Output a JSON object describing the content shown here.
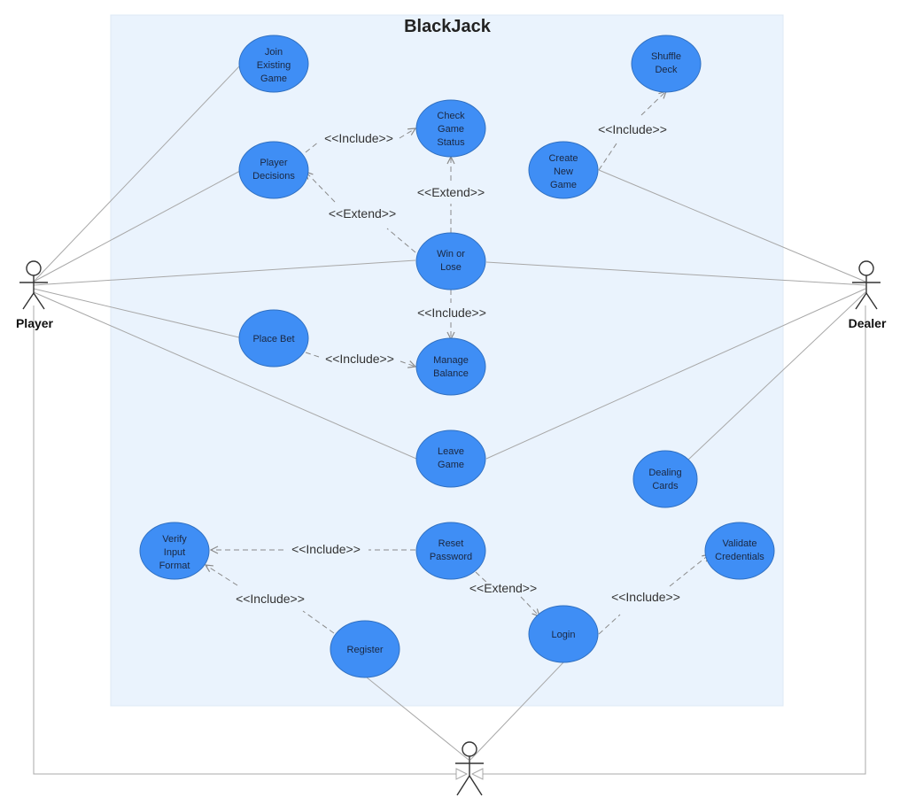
{
  "diagram": {
    "title": "BlackJack",
    "colors": {
      "system_fill": "#eaf3fd",
      "usecase_fill": "#3f8ef5",
      "usecase_stroke": "#2f6fc0",
      "line": "#9e9e9e",
      "dashed": "#8a8a8a"
    },
    "actors": {
      "player": "Player",
      "dealer": "Dealer",
      "bottom": ""
    },
    "use_cases": {
      "join": [
        "Join",
        "Existing",
        "Game"
      ],
      "shuffle": [
        "Shuffle",
        "Deck"
      ],
      "check": [
        "Check",
        "Game",
        "Status"
      ],
      "player_decisions": [
        "Player",
        "Decisions"
      ],
      "create": [
        "Create",
        "New",
        "Game"
      ],
      "win": [
        "Win or",
        "Lose"
      ],
      "place_bet": [
        "Place Bet"
      ],
      "manage": [
        "Manage",
        "Balance"
      ],
      "leave": [
        "Leave",
        "Game"
      ],
      "dealing": [
        "Dealing",
        "Cards"
      ],
      "verify": [
        "Verify",
        "Input",
        "Format"
      ],
      "reset": [
        "Reset",
        "Password"
      ],
      "validate": [
        "Validate",
        "Credentials"
      ],
      "login": [
        "Login"
      ],
      "register": [
        "Register"
      ]
    },
    "relations": {
      "pd_check": "<<Include>>",
      "create_shuffle": "<<Include>>",
      "win_check": "<<Extend>>",
      "win_pd": "<<Extend>>",
      "win_manage": "<<Include>>",
      "bet_manage": "<<Include>>",
      "reset_verify": "<<Include>>",
      "reset_login": "<<Extend>>",
      "login_validate": "<<Include>>",
      "register_verify": "<<Include>>"
    }
  }
}
